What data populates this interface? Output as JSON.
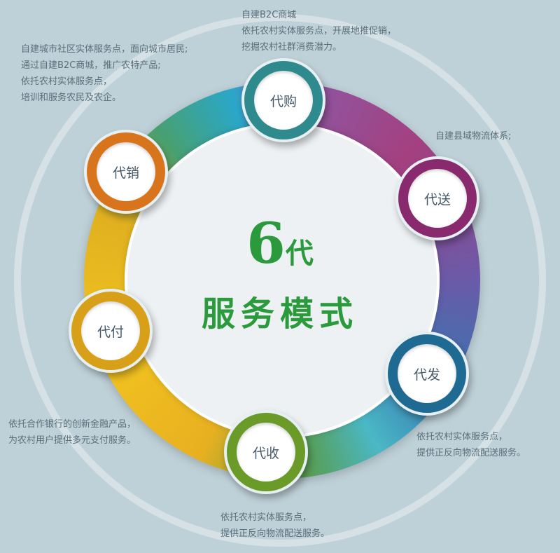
{
  "title": {
    "number": "6",
    "suffix": "代",
    "subtitle": "服务模式"
  },
  "nodes": [
    {
      "label": "代购",
      "color": "#2f8a8e"
    },
    {
      "label": "代送",
      "color": "#8a2a6e"
    },
    {
      "label": "代发",
      "color": "#1f6a92"
    },
    {
      "label": "代收",
      "color": "#6a9a28"
    },
    {
      "label": "代付",
      "color": "#d8a018"
    },
    {
      "label": "代销",
      "color": "#d8741c"
    }
  ],
  "descriptions": {
    "daigou": [
      "自建B2C商城",
      "依托农村实体服务点，开展地推促销，",
      "挖掘农村社群消费潜力。"
    ],
    "daisong": [
      "自建县域物流体系;"
    ],
    "daifa": [
      "依托农村实体服务点，",
      "提供正反向物流配送服务。"
    ],
    "daishou": [
      "依托农村实体服务点，",
      "提供正反向物流配送服务。"
    ],
    "daifu": [
      "依托合作银行的创新金融产品，",
      "为农村用户提供多元支付服务。"
    ],
    "daixiao": [
      "自建城市社区实体服务点，面向城市居民;",
      "通过自建B2C商城，推广农特产品;",
      "依托农村实体服务点，",
      "培训和服务农民及农企。"
    ]
  }
}
